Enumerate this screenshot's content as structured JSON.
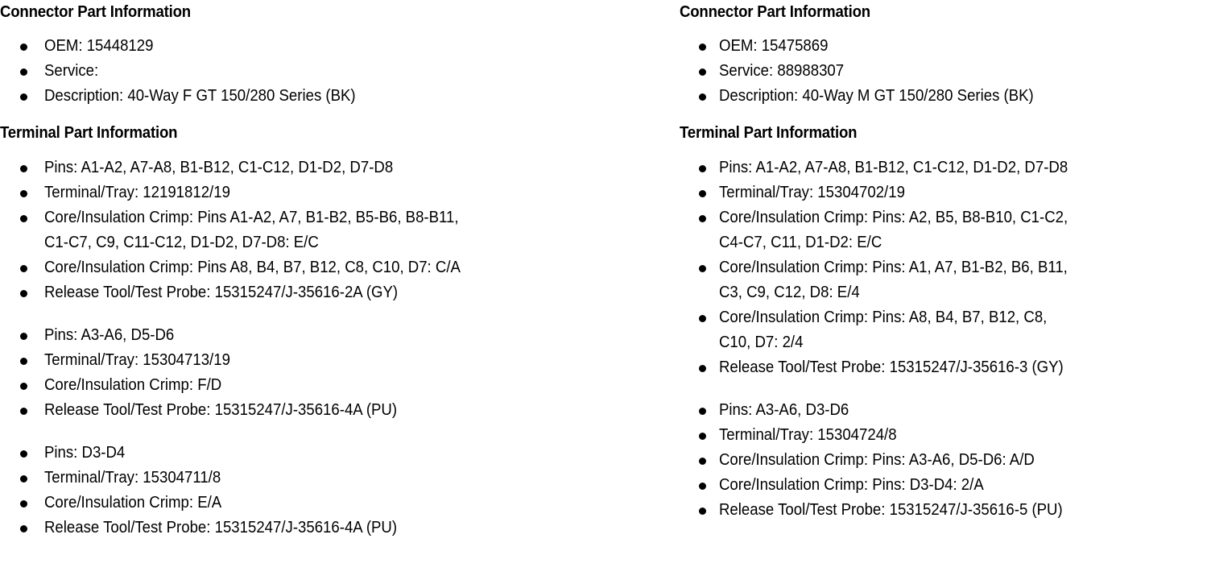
{
  "left": {
    "connector_heading": "Connector Part Information",
    "connector_items": [
      "OEM: 15448129",
      "Service:",
      "Description: 40-Way F GT 150/280 Series (BK)"
    ],
    "terminal_heading": "Terminal Part Information",
    "terminal_groups": [
      {
        "items": [
          "Pins: A1-A2, A7-A8, B1-B12, C1-C12, D1-D2, D7-D8",
          "Terminal/Tray: 12191812/19",
          "Core/Insulation Crimp: Pins A1-A2, A7, B1-B2, B5-B6, B8-B11,\nC1-C7, C9, C11-C12, D1-D2, D7-D8: E/C",
          "Core/Insulation Crimp: Pins A8, B4, B7, B12, C8, C10, D7: C/A",
          "Release Tool/Test Probe: 15315247/J-35616-2A (GY)"
        ]
      },
      {
        "items": [
          "Pins: A3-A6, D5-D6",
          "Terminal/Tray: 15304713/19",
          "Core/Insulation Crimp: F/D",
          "Release Tool/Test Probe: 15315247/J-35616-4A (PU)"
        ]
      },
      {
        "items": [
          "Pins: D3-D4",
          "Terminal/Tray: 15304711/8",
          "Core/Insulation Crimp: E/A",
          "Release Tool/Test Probe: 15315247/J-35616-4A (PU)"
        ]
      }
    ]
  },
  "right": {
    "connector_heading": "Connector Part Information",
    "connector_items": [
      "OEM: 15475869",
      "Service: 88988307",
      "Description: 40-Way M GT 150/280 Series (BK)"
    ],
    "terminal_heading": "Terminal Part Information",
    "terminal_groups": [
      {
        "items": [
          "Pins: A1-A2, A7-A8, B1-B12, C1-C12, D1-D2, D7-D8",
          "Terminal/Tray: 15304702/19",
          "Core/Insulation Crimp: Pins: A2, B5, B8-B10, C1-C2,\nC4-C7, C11, D1-D2: E/C",
          "Core/Insulation Crimp: Pins: A1, A7, B1-B2, B6, B11,\nC3, C9, C12, D8: E/4",
          "Core/Insulation Crimp: Pins: A8, B4, B7, B12, C8,\nC10, D7: 2/4",
          "Release Tool/Test Probe: 15315247/J-35616-3 (GY)"
        ]
      },
      {
        "items": [
          "Pins: A3-A6, D3-D6",
          "Terminal/Tray: 15304724/8",
          "Core/Insulation Crimp: Pins: A3-A6, D5-D6: A/D",
          "Core/Insulation Crimp: Pins: D3-D4: 2/A",
          "Release Tool/Test Probe: 15315247/J-35616-5 (PU)"
        ]
      }
    ]
  }
}
